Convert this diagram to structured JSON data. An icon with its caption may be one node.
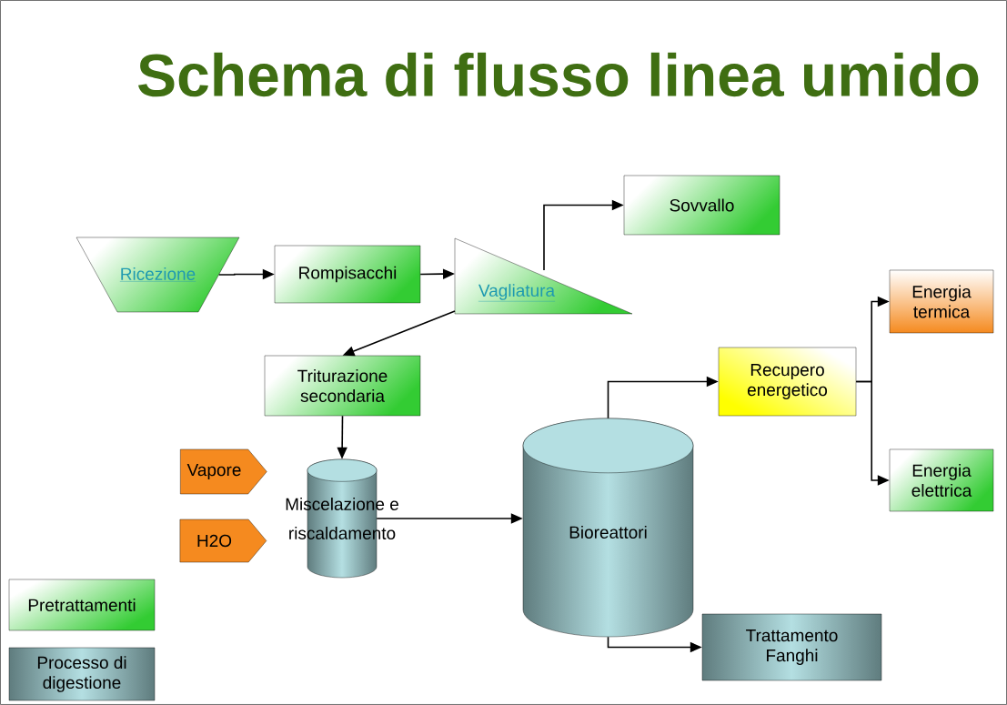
{
  "diagram": {
    "title": "Schema di flusso linea umido",
    "nodes": [
      {
        "text": [
          "Ricezione"
        ]
      },
      {
        "text": [
          "Rompisacchi"
        ]
      },
      {
        "text": [
          "Vagliatura"
        ]
      },
      {
        "text": [
          "Sovvallo"
        ]
      },
      {
        "text": [
          "Triturazione secondaria"
        ]
      },
      {
        "text": [
          "Vapore"
        ]
      },
      {
        "text": [
          "H2O"
        ]
      },
      {
        "text": [
          "Miscelazione e riscaldamento"
        ]
      },
      {
        "text": [
          "Bioreattori"
        ]
      },
      {
        "text": [
          "Recupero energetico"
        ]
      },
      {
        "text": [
          "Energia termica"
        ]
      },
      {
        "text": [
          "Energia elettrica"
        ]
      },
      {
        "text": [
          "Trattamento Fanghi"
        ]
      }
    ],
    "edges": [
      {
        "from": 0,
        "to": 1,
        "arrow": "to"
      },
      {
        "from": 1,
        "to": 2,
        "arrow": "to"
      },
      {
        "from": 2,
        "to": 3,
        "arrow": "to"
      },
      {
        "from": 2,
        "to": 4,
        "arrow": "to"
      },
      {
        "from": 4,
        "to": 7,
        "arrow": "to"
      },
      {
        "from": 7,
        "to": 8,
        "arrow": "to"
      },
      {
        "from": 8,
        "to": 9,
        "arrow": "to"
      },
      {
        "from": 9,
        "to": 10,
        "arrow": "to"
      },
      {
        "from": 9,
        "to": 11,
        "arrow": "to"
      },
      {
        "from": 8,
        "to": 12,
        "arrow": "to"
      }
    ],
    "legend": [
      {
        "text": "Pretrattamenti",
        "color": "#33cc33"
      },
      {
        "text": "Processo di digestione",
        "color": "#b4dfe2"
      }
    ]
  }
}
